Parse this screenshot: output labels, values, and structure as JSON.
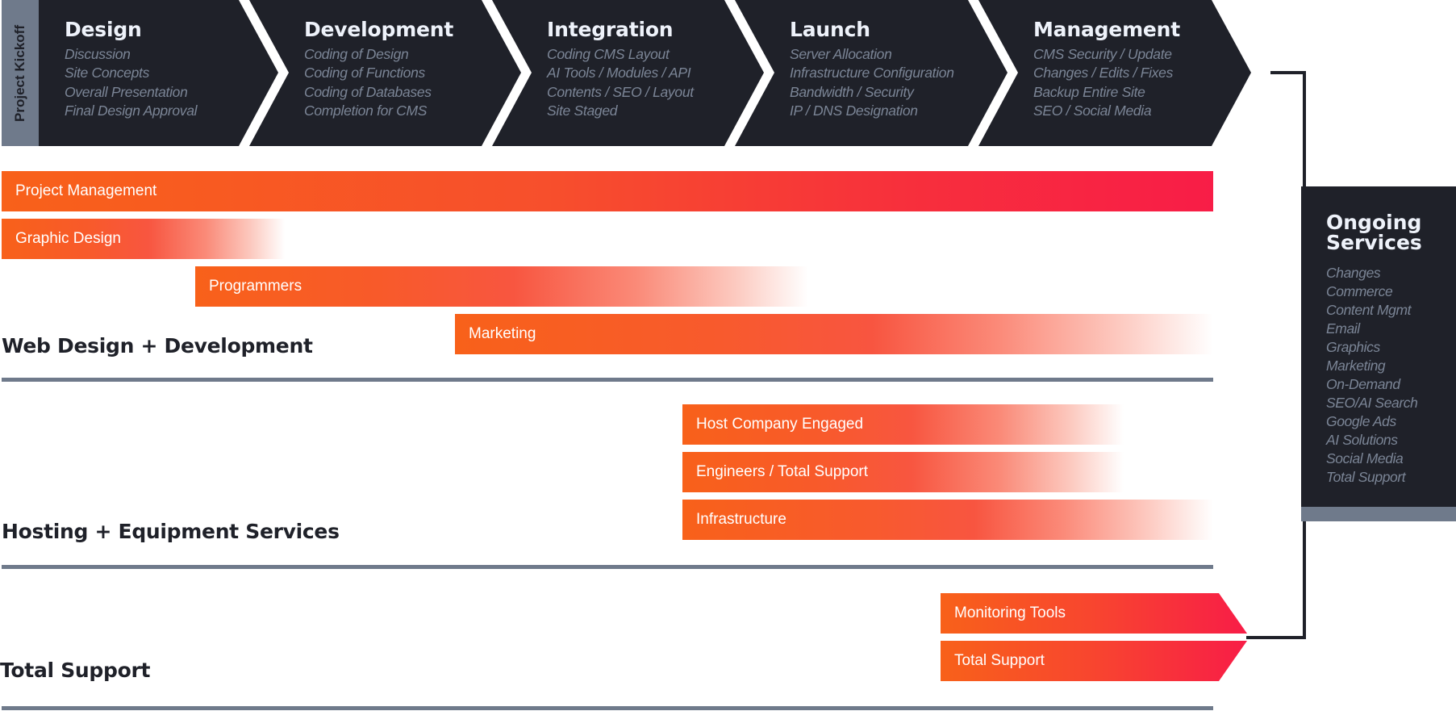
{
  "colors": {
    "dark": "#1f2129",
    "slate": "#6f7a8b",
    "muted_text": "#7b8596",
    "heading_text": "#eef2fa",
    "orange": "#f8611a",
    "red": "#f81d47"
  },
  "header": {
    "kickoff_label": "Project Kickoff",
    "phases": [
      {
        "title": "Design",
        "items": [
          "Discussion",
          "Site Concepts",
          "Overall Presentation",
          "Final Design Approval"
        ]
      },
      {
        "title": "Development",
        "items": [
          "Coding of Design",
          "Coding of Functions",
          "Coding of Databases",
          "Completion for CMS"
        ]
      },
      {
        "title": "Integration",
        "items": [
          "Coding CMS Layout",
          "AI Tools / Modules / API",
          "Contents / SEO / Layout",
          "Site Staged"
        ]
      },
      {
        "title": "Launch",
        "items": [
          "Server Allocation",
          "Infrastructure Configuration",
          "Bandwidth / Security",
          "IP / DNS Designation"
        ]
      },
      {
        "title": "Management",
        "items": [
          "CMS Security / Update",
          "Changes / Edits / Fixes",
          "Backup Entire Site",
          "SEO / Social Media"
        ]
      }
    ]
  },
  "sections": [
    {
      "title": "Web Design + Development",
      "bars": [
        {
          "label": "Project Management",
          "style": "solid"
        },
        {
          "label": "Graphic Design",
          "style": "fade"
        },
        {
          "label": "Programmers",
          "style": "fade"
        },
        {
          "label": "Marketing",
          "style": "fade"
        }
      ]
    },
    {
      "title": "Hosting + Equipment Services",
      "bars": [
        {
          "label": "Host Company Engaged",
          "style": "fade"
        },
        {
          "label": "Engineers / Total Support",
          "style": "fade"
        },
        {
          "label": "Infrastructure",
          "style": "fade"
        }
      ]
    },
    {
      "title": "Total Support",
      "bars": [
        {
          "label": "Monitoring Tools",
          "style": "arrow"
        },
        {
          "label": "Total Support",
          "style": "arrow"
        }
      ]
    }
  ],
  "ongoing": {
    "title_line1": "Ongoing",
    "title_line2": "Services",
    "items": [
      "Changes",
      "Commerce",
      "Content Mgmt",
      "Email",
      "Graphics",
      "Marketing",
      "On-Demand",
      "SEO/AI Search",
      "Google Ads",
      "AI Solutions",
      "Social Media",
      "Total Support"
    ]
  }
}
